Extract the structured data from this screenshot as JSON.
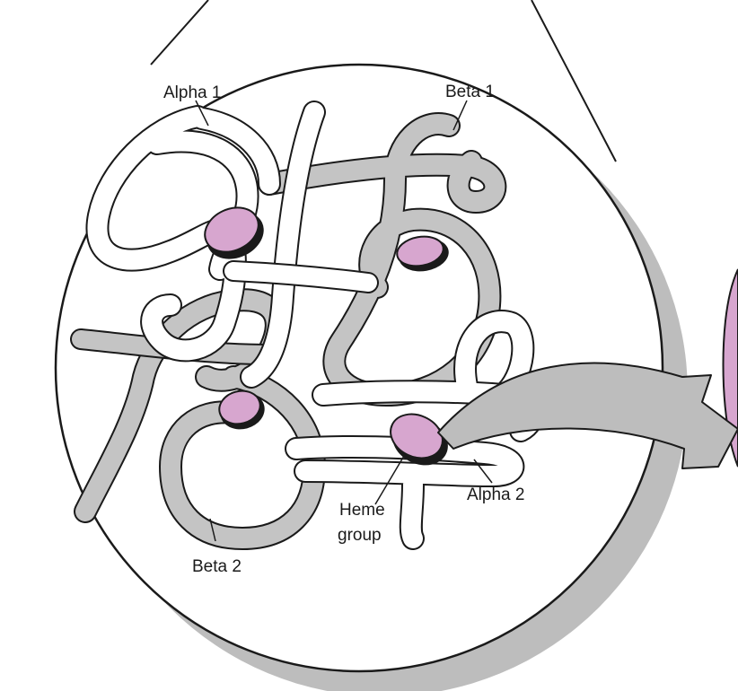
{
  "labels": {
    "alpha1": "Alpha 1",
    "beta1": "Beta 1",
    "alpha2": "Alpha 2",
    "beta2": "Beta 2",
    "heme_line1": "Heme",
    "heme_line2": "group"
  },
  "colors": {
    "alpha_chain": "#ffffff",
    "beta_chain": "#c4c4c4",
    "heme": "#d7a6cf",
    "outline": "#1a1a1a",
    "shadow": "#bdbdbd"
  }
}
